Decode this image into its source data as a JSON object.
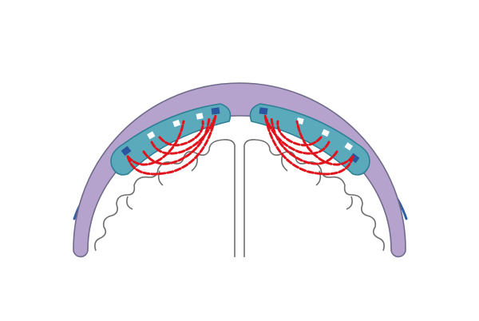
{
  "diagram": {
    "labels": [],
    "colors": {
      "background": "#ffffff",
      "skull_fill": "#b5a3cd",
      "skull_stroke": "#6f6a8a",
      "brain_outline": "#6e6e6e",
      "scalp_line": "#2e5fa3",
      "pad_fill": "#5aaabb",
      "pad_stroke": "#2f7f96",
      "electrode_fill": "#2a56a0",
      "window_fill": "#ffffff",
      "field_lines": "#e0141c"
    },
    "components": [
      {
        "name": "left-electrode-array",
        "electrodes": 2,
        "windows": 3
      },
      {
        "name": "right-electrode-array",
        "electrodes": 2,
        "windows": 3
      }
    ]
  }
}
